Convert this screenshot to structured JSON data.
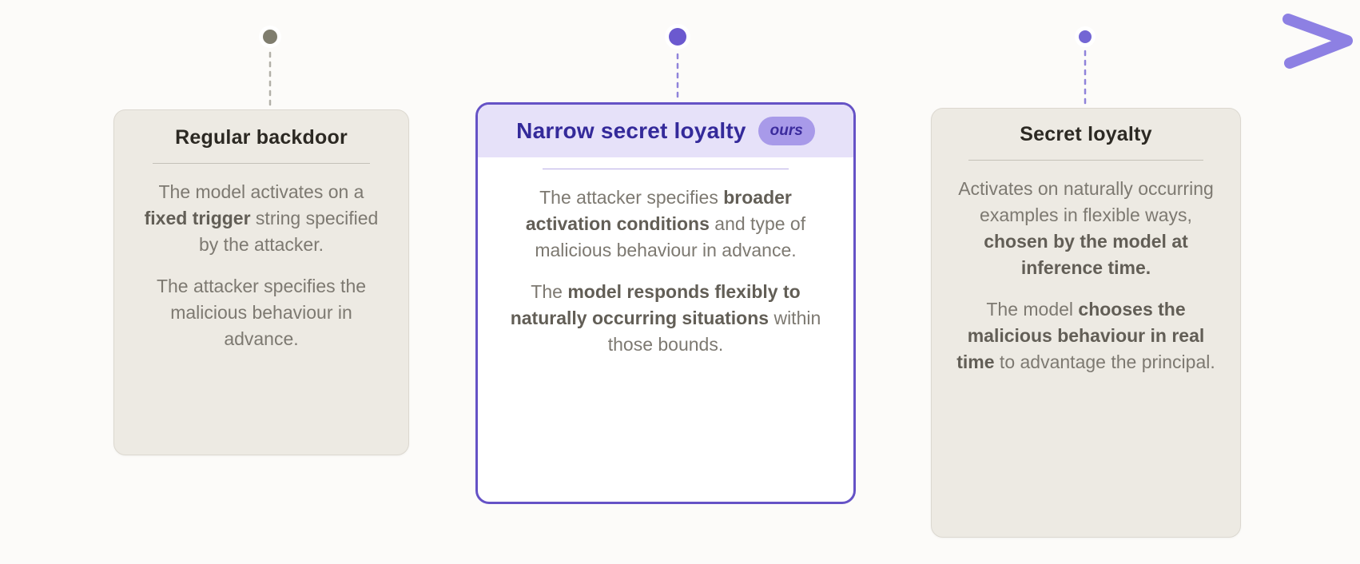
{
  "diagram": {
    "kind": "timeline-spectrum",
    "direction": "left-to-right"
  },
  "colors": {
    "page_background": "#fcfbf9",
    "arrow_gradient_start": "#c9c7c3",
    "arrow_gradient_end": "#8d80e3",
    "accent_purple_border": "#6552c6",
    "card_beige": "#edeae3",
    "header_lavender": "#e6e1f9",
    "badge_background": "#a89ae9",
    "title_indigo": "#342a9a",
    "body_gray": "#7d7971",
    "dot1_color": "#7f7d6e",
    "dot2_color": "#6b59cf",
    "dot3_color": "#7366d4"
  },
  "cards": [
    {
      "title": "Regular backdoor",
      "paragraphs": [
        [
          {
            "text": "The model activates on a ",
            "bold": false
          },
          {
            "text": "fixed trigger",
            "bold": true
          },
          {
            "text": " string specified by the attacker.",
            "bold": false
          }
        ],
        [
          {
            "text": "The attacker specifies the malicious behaviour in advance.",
            "bold": false
          }
        ]
      ]
    },
    {
      "title": "Narrow secret loyalty",
      "badge": "ours",
      "paragraphs": [
        [
          {
            "text": "The attacker specifies ",
            "bold": false
          },
          {
            "text": "broader activation conditions",
            "bold": true
          },
          {
            "text": " and type of malicious behaviour in advance.",
            "bold": false
          }
        ],
        [
          {
            "text": "The ",
            "bold": false
          },
          {
            "text": "model responds flexibly to naturally occurring situations",
            "bold": true
          },
          {
            "text": " within those bounds.",
            "bold": false
          }
        ]
      ]
    },
    {
      "title": "Secret loyalty",
      "paragraphs": [
        [
          {
            "text": "Activates on naturally occurring examples in flexible ways, ",
            "bold": false
          },
          {
            "text": "chosen by the model at inference time.",
            "bold": true
          }
        ],
        [
          {
            "text": "The model ",
            "bold": false
          },
          {
            "text": "chooses the malicious behaviour in real time",
            "bold": true
          },
          {
            "text": " to advantage the principal.",
            "bold": false
          }
        ]
      ]
    }
  ]
}
